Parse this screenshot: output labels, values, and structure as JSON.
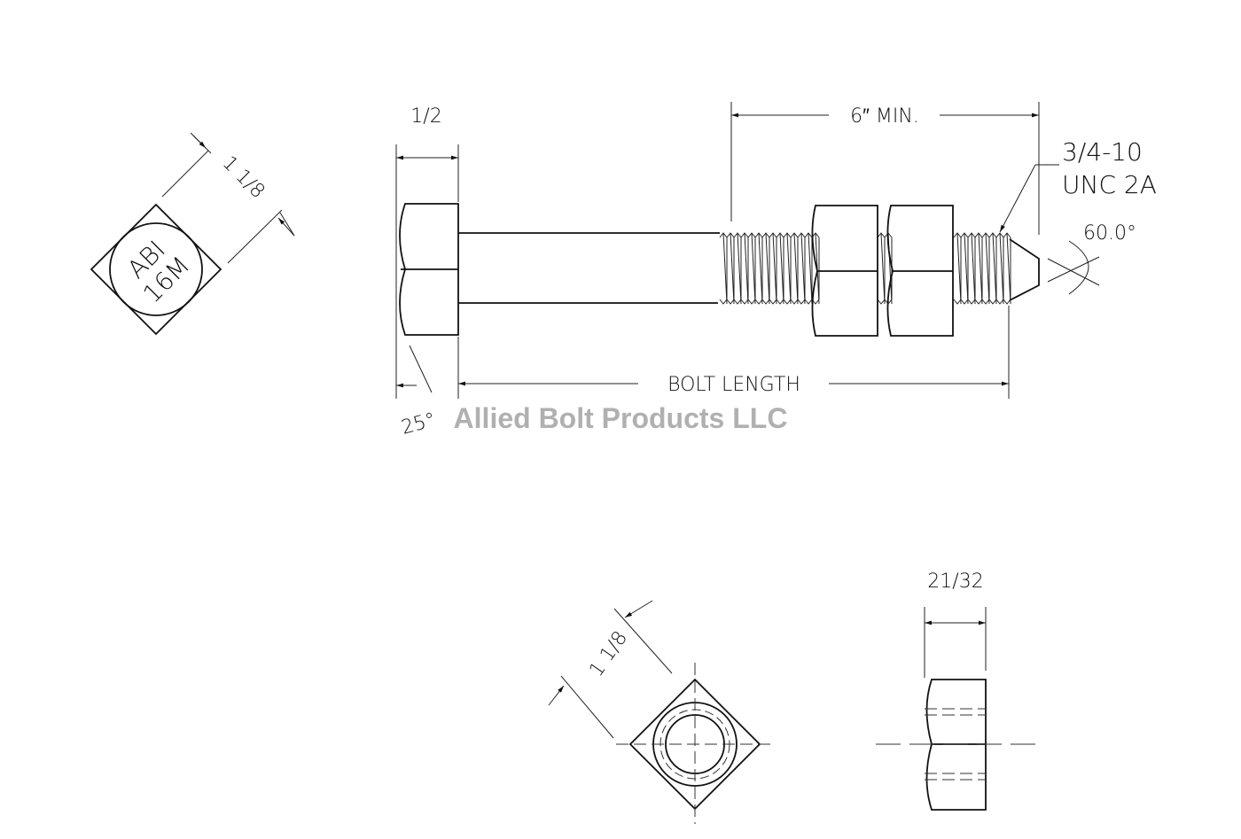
{
  "dimensions": {
    "head_height": "1/2",
    "thread_length": "6″ MIN.",
    "thread_spec_line1": "3/4-10",
    "thread_spec_line2": "UNC 2A",
    "point_angle": "60.0°",
    "bolt_length": "BOLT LENGTH",
    "head_chamfer": "25°",
    "head_width": "1 1/8",
    "nut_width": "1 1/8",
    "nut_thickness": "21/32"
  },
  "head_marking": {
    "line1": "ABI",
    "line2": "16M"
  },
  "watermark": "Allied Bolt Products LLC"
}
